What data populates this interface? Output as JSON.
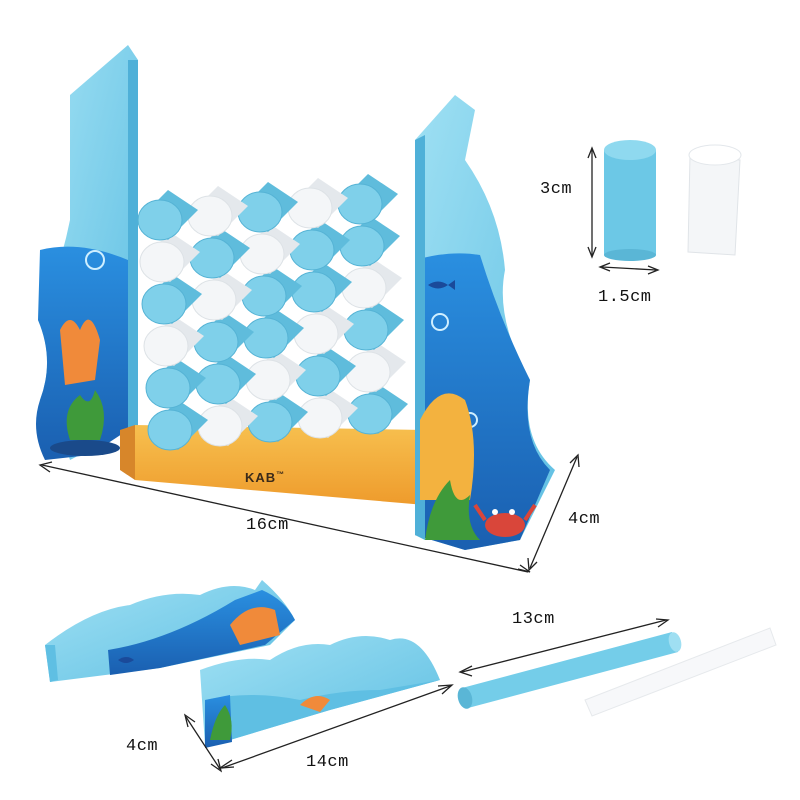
{
  "brand": {
    "logo_text": "KAB",
    "logo_mark": "™"
  },
  "dimensions": {
    "peg_height": "3cm",
    "peg_diameter": "1.5cm",
    "set_width": "16cm",
    "set_depth": "4cm",
    "long_peg_length": "13cm",
    "wave_base_height": "4cm",
    "wave_base_length": "14cm"
  },
  "colors": {
    "light_blue": "#7fd0ea",
    "deep_blue": "#1f7fd0",
    "white_peg": "#f4f6f8",
    "orange_base": "#f2a93b",
    "coral": "#f08a3a",
    "seaweed": "#3f9a3a"
  },
  "pegs": {
    "pattern": [
      "blue",
      "white",
      "blue",
      "white",
      "blue"
    ],
    "rows": 6
  }
}
